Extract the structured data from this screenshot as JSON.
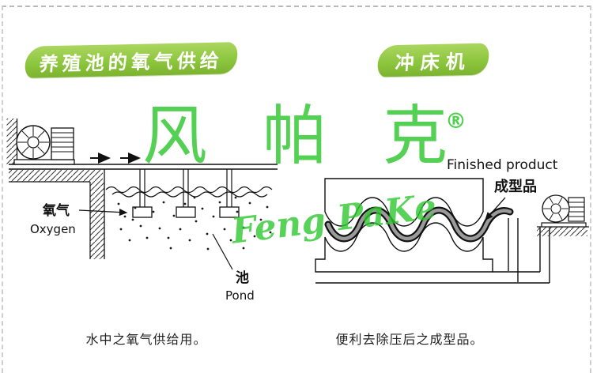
{
  "banners": {
    "left": "养殖池的氧气供给",
    "right": "冲床机"
  },
  "watermark": {
    "characters": "风帕克",
    "registered": "®",
    "script": "Feng PaKe",
    "color": "#2fc82f"
  },
  "diagrams": {
    "aquaculture": {
      "oxygen_label_cn": "氧气",
      "oxygen_label_en": "Oxygen",
      "pond_label_cn": "池",
      "pond_label_en": "Pond",
      "caption": "水中之氧气供给用。"
    },
    "punch_press": {
      "finished_label_en": "Finished product",
      "finished_label_cn": "成型品",
      "caption": "便利去除压后之成型品。"
    }
  },
  "colors": {
    "banner_green": "#8dc63f",
    "watermark_green": "#2fc82f",
    "line_black": "#111111"
  }
}
